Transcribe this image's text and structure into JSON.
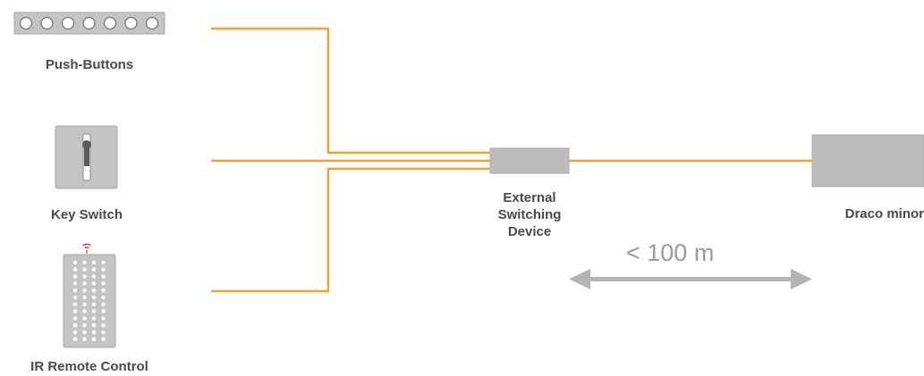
{
  "devices": {
    "push_buttons": {
      "label": "Push-Buttons",
      "icon": "push-buttons-icon",
      "button_count": 7
    },
    "key_switch": {
      "label": "Key Switch",
      "icon": "key-switch-icon"
    },
    "ir_remote": {
      "label": "IR Remote Control",
      "icon": "ir-remote-icon"
    },
    "switching_device": {
      "label_line1": "External",
      "label_line2": "Switching",
      "label_line3": "Device"
    },
    "draco": {
      "label": "Draco minor"
    }
  },
  "distance": {
    "label": "< 100 m"
  },
  "colors": {
    "wire": "#f0a030",
    "device_fill": "#bcbcbc",
    "device_border": "#a8a8a8",
    "arrow": "#b4b4b4",
    "label": "#4a4a4a",
    "ir_signal": "#c0392b"
  }
}
